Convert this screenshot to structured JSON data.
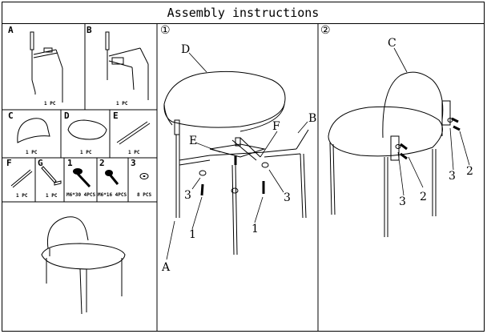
{
  "title": "Assembly instructions",
  "parts": [
    {
      "letter": "A",
      "qty": "1 PC"
    },
    {
      "letter": "B",
      "qty": "1 PC"
    },
    {
      "letter": "C",
      "qty": "1 PC"
    },
    {
      "letter": "D",
      "qty": "1 PC"
    },
    {
      "letter": "E",
      "qty": "1 PC"
    },
    {
      "letter": "F",
      "qty": "1 PC"
    },
    {
      "letter": "G",
      "qty": "1 PC"
    },
    {
      "letter": "1",
      "qty": "M6*30 4PCS"
    },
    {
      "letter": "2",
      "qty": "M6*16 4PCS"
    },
    {
      "letter": "3",
      "qty": "8 PCS"
    }
  ],
  "steps": [
    "①",
    "②"
  ],
  "step1_callouts": {
    "D": "D",
    "E": "E",
    "F": "F",
    "B": "B",
    "A": "A",
    "n3a": "3",
    "n3b": "3",
    "n1a": "1",
    "n1b": "1"
  },
  "step2_callouts": {
    "C": "C",
    "n2a": "2",
    "n2b": "2",
    "n3a": "3",
    "n3b": "3"
  }
}
